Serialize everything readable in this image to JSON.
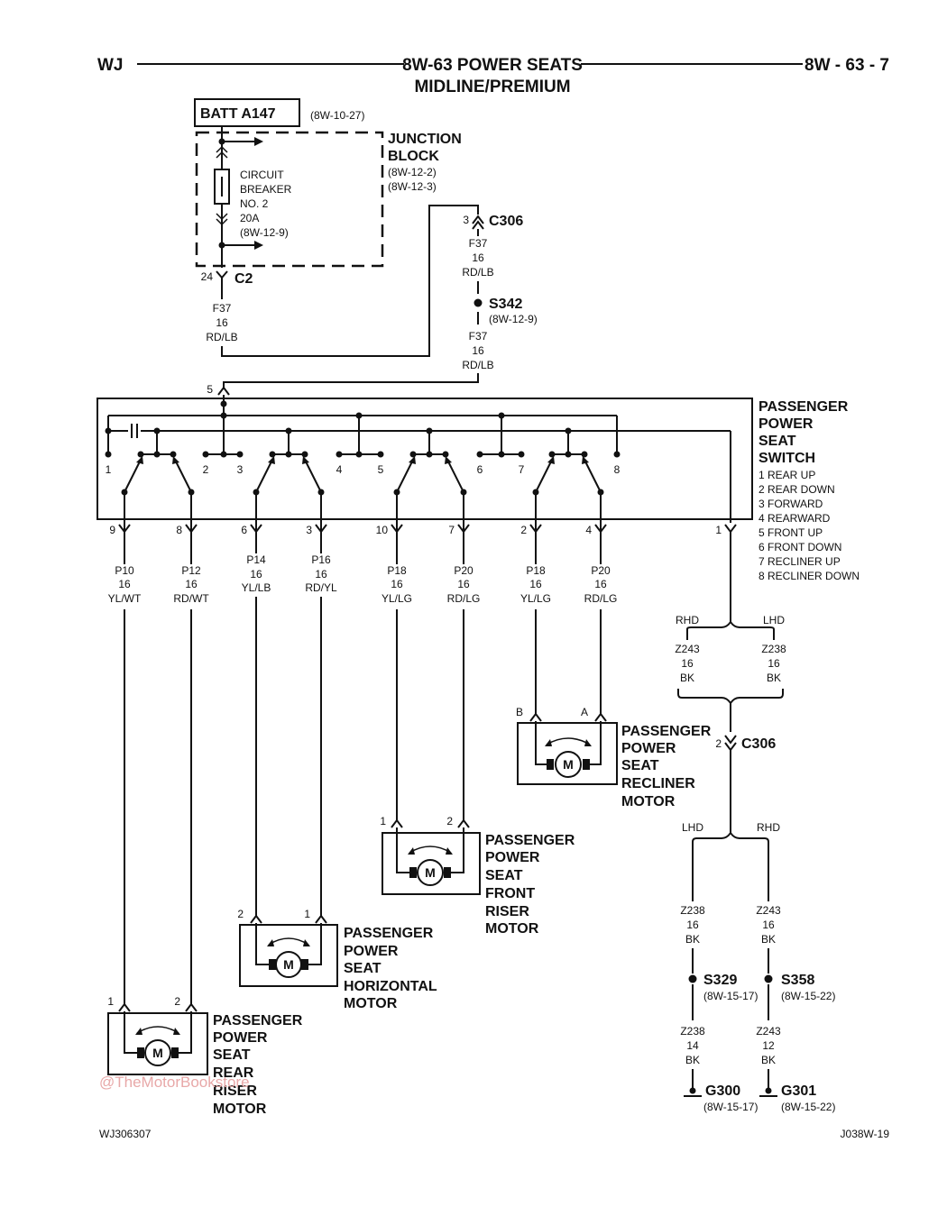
{
  "header": {
    "left": "WJ",
    "title": "8W-63 POWER SEATS",
    "subtitle": "MIDLINE/PREMIUM",
    "right": "8W - 63 - 7"
  },
  "battery": {
    "label": "BATT A147",
    "ref": "(8W-10-27)"
  },
  "junction_block": {
    "title1": "JUNCTION",
    "title2": "BLOCK",
    "ref1": "(8W-12-2)",
    "ref2": "(8W-12-3)",
    "breaker": [
      "CIRCUIT",
      "BREAKER",
      "NO. 2",
      "20A",
      "(8W-12-9)"
    ]
  },
  "connectors": {
    "c2": {
      "name": "C2",
      "pin": "24"
    },
    "c306_top": {
      "name": "C306",
      "pin": "3"
    },
    "c306_mid": {
      "name": "C306",
      "pin": "2"
    },
    "switch_in_pin": "5"
  },
  "splices": {
    "s342": {
      "name": "S342",
      "ref": "(8W-12-9)"
    },
    "s329": {
      "name": "S329",
      "ref": "(8W-15-17)"
    },
    "s358": {
      "name": "S358",
      "ref": "(8W-15-22)"
    }
  },
  "grounds": {
    "g300": {
      "name": "G300",
      "ref": "(8W-15-17)"
    },
    "g301": {
      "name": "G301",
      "ref": "(8W-15-22)"
    }
  },
  "wires": {
    "f37_left": [
      "F37",
      "16",
      "RD/LB"
    ],
    "f37_right_a": [
      "F37",
      "16",
      "RD/LB"
    ],
    "f37_right_b": [
      "F37",
      "16",
      "RD/LB"
    ],
    "switch_out": [
      {
        "pin": "9",
        "label": [
          "P10",
          "16",
          "YL/WT"
        ]
      },
      {
        "pin": "8",
        "label": [
          "P12",
          "16",
          "RD/WT"
        ]
      },
      {
        "pin": "6",
        "label": [
          "P14",
          "16",
          "YL/LB"
        ]
      },
      {
        "pin": "3",
        "label": [
          "P16",
          "16",
          "RD/YL"
        ]
      },
      {
        "pin": "10",
        "label": [
          "P18",
          "16",
          "YL/LG"
        ]
      },
      {
        "pin": "7",
        "label": [
          "P20",
          "16",
          "RD/LG"
        ]
      },
      {
        "pin": "2",
        "label": [
          "P18",
          "16",
          "YL/LG"
        ]
      },
      {
        "pin": "4",
        "label": [
          "P20",
          "16",
          "RD/LG"
        ]
      }
    ],
    "ground_pin": "1",
    "z243_top": [
      "Z243",
      "16",
      "BK"
    ],
    "z238_top": [
      "Z238",
      "16",
      "BK"
    ],
    "z238_mid": [
      "Z238",
      "16",
      "BK"
    ],
    "z243_mid": [
      "Z243",
      "16",
      "BK"
    ],
    "z238_low": [
      "Z238",
      "14",
      "BK"
    ],
    "z243_low": [
      "Z243",
      "12",
      "BK"
    ]
  },
  "options": {
    "rhd_top": "RHD",
    "lhd_top": "LHD",
    "lhd_low": "LHD",
    "rhd_low": "RHD"
  },
  "switch": {
    "title": [
      "PASSENGER",
      "POWER",
      "SEAT",
      "SWITCH"
    ],
    "functions": [
      "1 REAR UP",
      "2 REAR DOWN",
      "3 FORWARD",
      "4 REARWARD",
      "5 FRONT UP",
      "6 FRONT DOWN",
      "7 RECLINER UP",
      "8 RECLINER DOWN"
    ],
    "contacts": [
      "1",
      "2",
      "3",
      "4",
      "5",
      "6",
      "7",
      "8"
    ]
  },
  "motors": {
    "symbol": "M",
    "recliner": {
      "pins": [
        "B",
        "A"
      ],
      "title": [
        "PASSENGER",
        "POWER",
        "SEAT",
        "RECLINER",
        "MOTOR"
      ]
    },
    "front_riser": {
      "pins": [
        "1",
        "2"
      ],
      "title": [
        "PASSENGER",
        "POWER",
        "SEAT",
        "FRONT",
        "RISER",
        "MOTOR"
      ]
    },
    "horizontal": {
      "pins": [
        "2",
        "1"
      ],
      "title": [
        "PASSENGER",
        "POWER",
        "SEAT",
        "HORIZONTAL",
        "MOTOR"
      ]
    },
    "rear_riser": {
      "pins": [
        "1",
        "2"
      ],
      "title": [
        "PASSENGER",
        "POWER",
        "SEAT",
        "REAR",
        "RISER",
        "MOTOR"
      ]
    }
  },
  "watermark": "@TheMotorBookstore",
  "footer": {
    "left": "WJ306307",
    "right": "J038W-19"
  }
}
